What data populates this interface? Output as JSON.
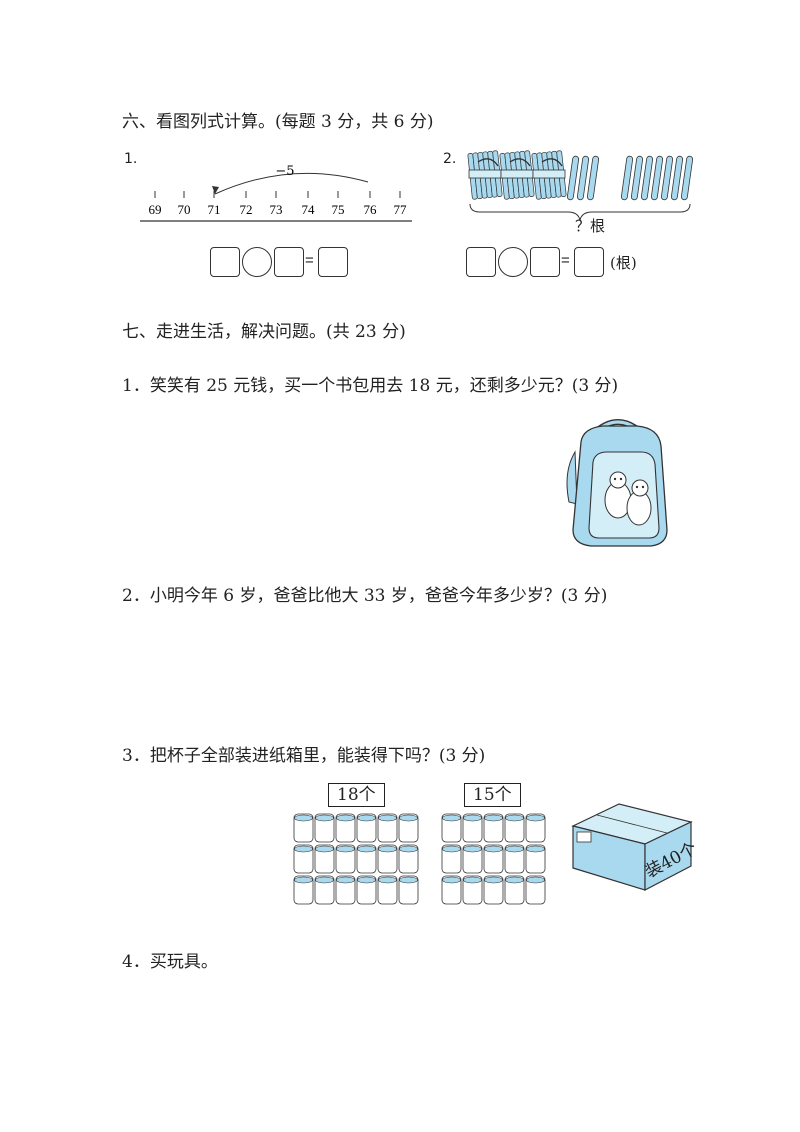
{
  "section6": {
    "heading": "六、看图列式计算。(每题 3 分，共 6 分)",
    "p1": {
      "number": "1.",
      "arrow_label": "−5",
      "ticks": [
        "69",
        "70",
        "71",
        "72",
        "73",
        "74",
        "75",
        "76",
        "77"
      ]
    },
    "p2": {
      "number": "2.",
      "question_label": "？根",
      "unit": "(根)"
    },
    "equals": "="
  },
  "section7": {
    "heading": "七、走进生活，解决问题。(共 23 分)",
    "q1": "1．笑笑有 25 元钱，买一个书包用去 18 元，还剩多少元？(3 分)",
    "q2": "2．小明今年 6 岁，爸爸比他大 33 岁，爸爸今年多少岁？(3 分)",
    "q3": {
      "text": "3．把杯子全部装进纸箱里，能装得下吗？(3 分)",
      "group1_label": "18个",
      "group2_label": "15个",
      "box_label": "装40个"
    },
    "q4": "4．买玩具。"
  },
  "colors": {
    "accent_blue": "#a9d9ee",
    "line": "#333333"
  }
}
